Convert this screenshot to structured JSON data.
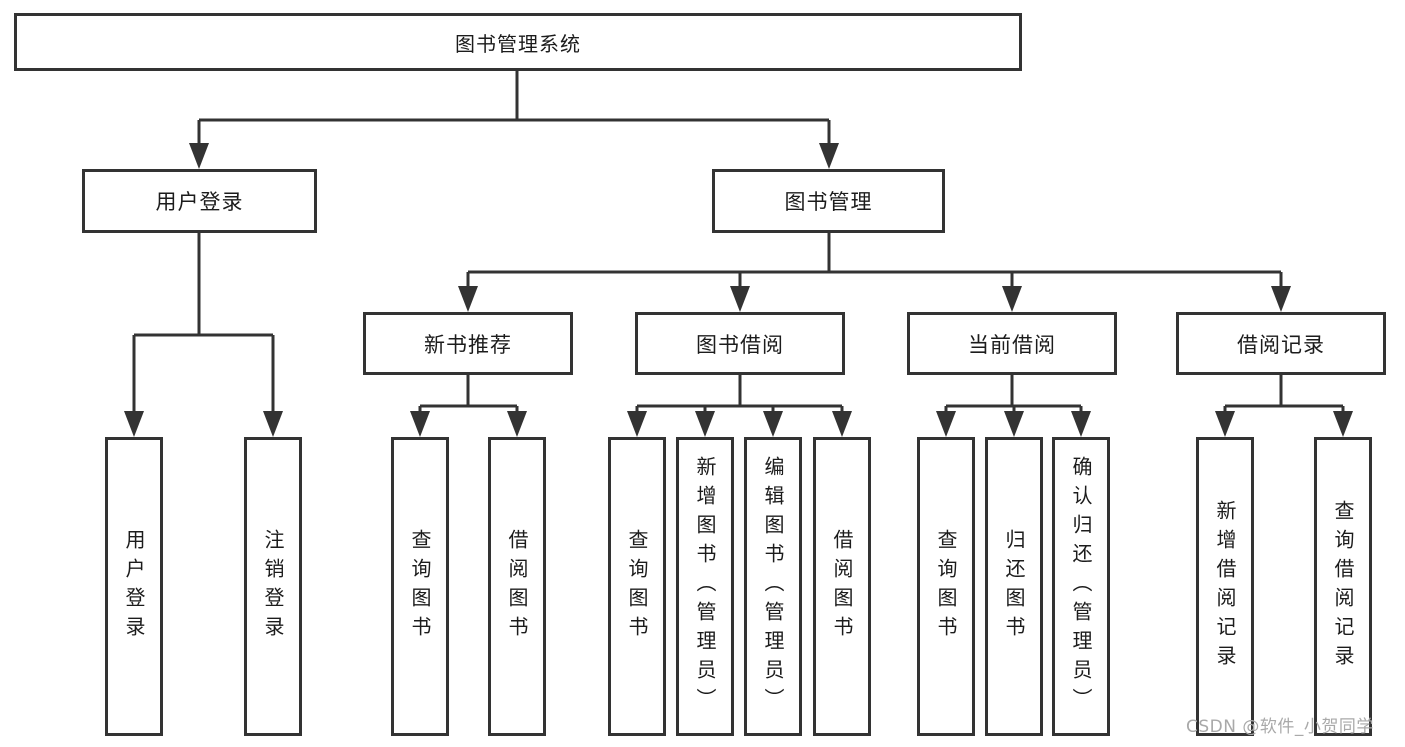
{
  "root_label": "图书管理系统",
  "nodes": {
    "user_login": "用户登录",
    "book_mgmt": "图书管理",
    "new_book": "新书推荐",
    "book_borrow": "图书借阅",
    "current_borrow": "当前借阅",
    "borrow_record": "借阅记录"
  },
  "leaves": {
    "user_login": [
      "用户登录",
      "注销登录"
    ],
    "new_book": [
      "查询图书",
      "借阅图书"
    ],
    "book_borrow": [
      "查询图书",
      "新增图书（管理员）",
      "编辑图书（管理员）",
      "借阅图书"
    ],
    "current_borrow": [
      "查询图书",
      "归还图书",
      "确认归还（管理员）"
    ],
    "borrow_record": [
      "新增借阅记录",
      "查询借阅记录"
    ]
  },
  "watermark": "CSDN @软件_小贺同学",
  "colors": {
    "line": "#333333",
    "text": "#1c1c1c",
    "watermark": "#a9a9a9",
    "background": "#ffffff"
  }
}
